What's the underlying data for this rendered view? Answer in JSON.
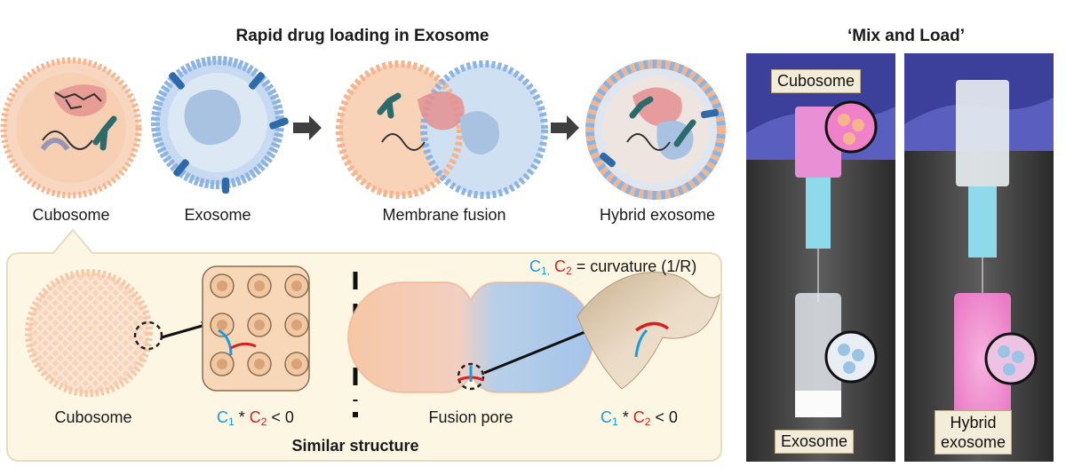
{
  "titles": {
    "main": "Rapid drug loading in Exosome",
    "right": "‘Mix and Load’"
  },
  "top_labels": {
    "cubosome": "Cubosome",
    "exosome": "Exosome",
    "fusion": "Membrane fusion",
    "hybrid": "Hybrid exosome"
  },
  "panel": {
    "curvature_c1": "C",
    "curvature_sub1": "1,",
    "curvature_c2": "C",
    "curvature_sub2": "2",
    "curvature_text": " = curvature (1/R)",
    "cubosome_label": "Cubosome",
    "fusion_pore_label": "Fusion pore",
    "eq_c": "C",
    "eq_sub1": "1",
    "eq_star": " * ",
    "eq_sub2": "2",
    "eq_tail": " < 0",
    "similar": "Similar structure"
  },
  "photos": {
    "left_top_tag": "Cubosome",
    "left_bottom_tag": "Exosome",
    "right_bottom_tag_line1": "Hybrid",
    "right_bottom_tag_line2": "exosome"
  },
  "colors": {
    "peach": "#f6c7a6",
    "blue": "#a9c8ea",
    "curv_blue": "#1a9be0",
    "curv_red": "#d8201e",
    "panel_bg": "#fdf6e3"
  }
}
